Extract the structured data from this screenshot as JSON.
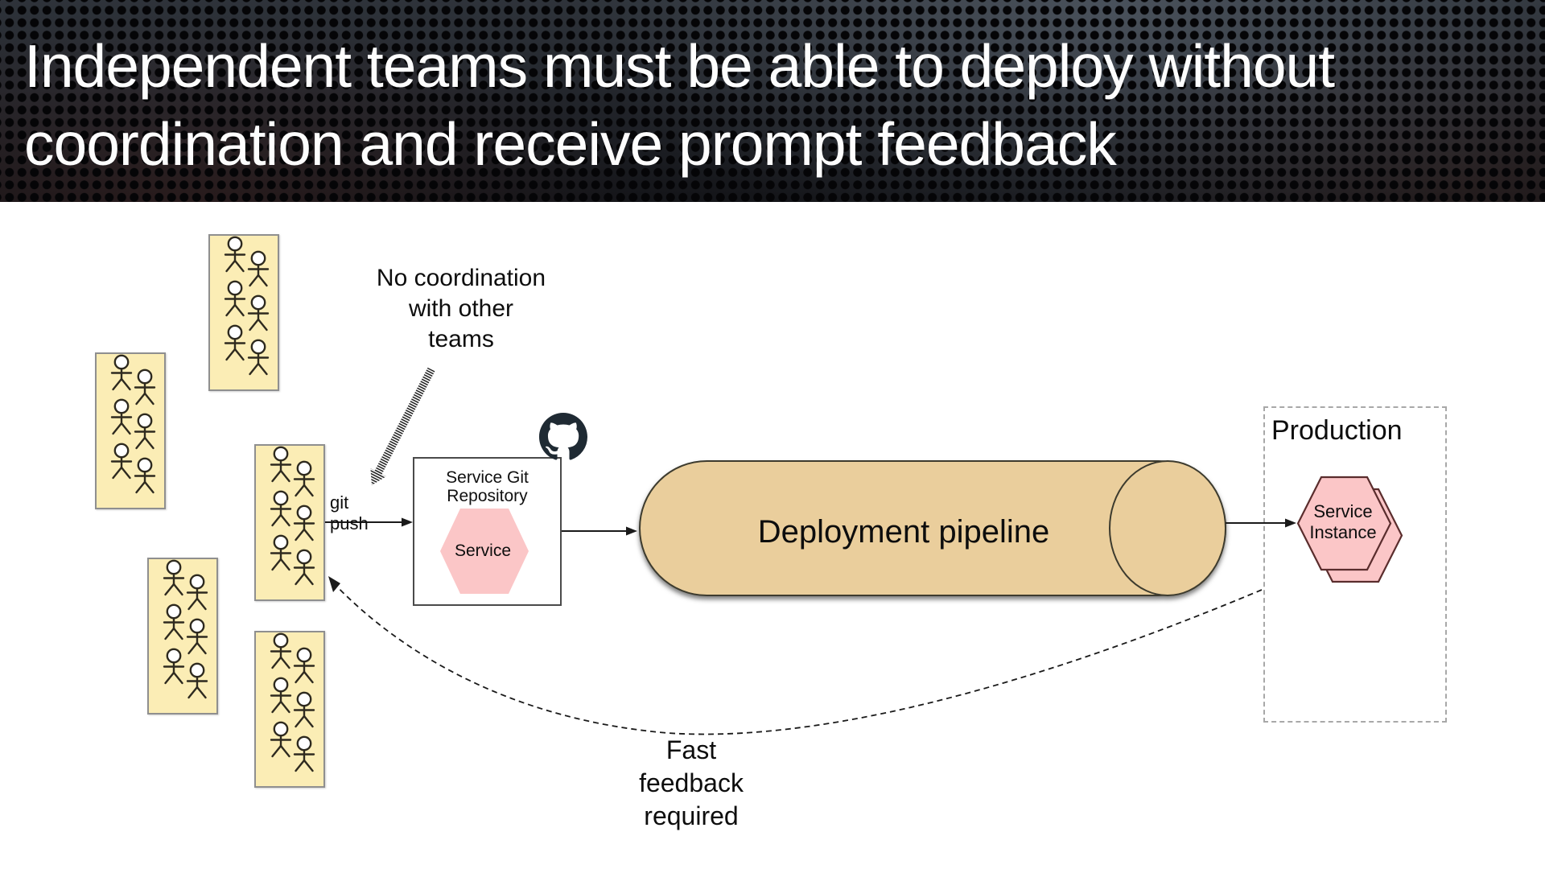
{
  "title": {
    "line1": "Independent teams must be able to deploy without",
    "line2": "coordination and receive prompt feedback"
  },
  "labels": {
    "no_coordination": [
      "No coordination",
      "with other",
      "teams"
    ],
    "git_push": "git push",
    "repo_title": [
      "Service Git",
      "Repository"
    ],
    "repo_hexagon": "Service",
    "pipeline": "Deployment pipeline",
    "production": "Production",
    "service_instance": [
      "Service",
      "Instance"
    ],
    "fast_feedback": [
      "Fast",
      "feedback",
      "required"
    ]
  },
  "icons": {
    "github": "github-octocat-icon"
  },
  "teams": {
    "count": 5,
    "members_per_team": 6
  },
  "colors": {
    "team_box": "#FBEDB5",
    "team_box_border": "#8F8F8F",
    "hexagon_fill": "#FBC6C7",
    "hexagon_stroke": "#5A2D2D",
    "pipeline_fill": "#EACE9C",
    "pipeline_stroke": "#3C3A2E",
    "header_text": "#FDFDFD",
    "dashed_border": "#A8A8A8",
    "arrow": "#1A1A1A",
    "github_mark": "#1F2A33"
  }
}
